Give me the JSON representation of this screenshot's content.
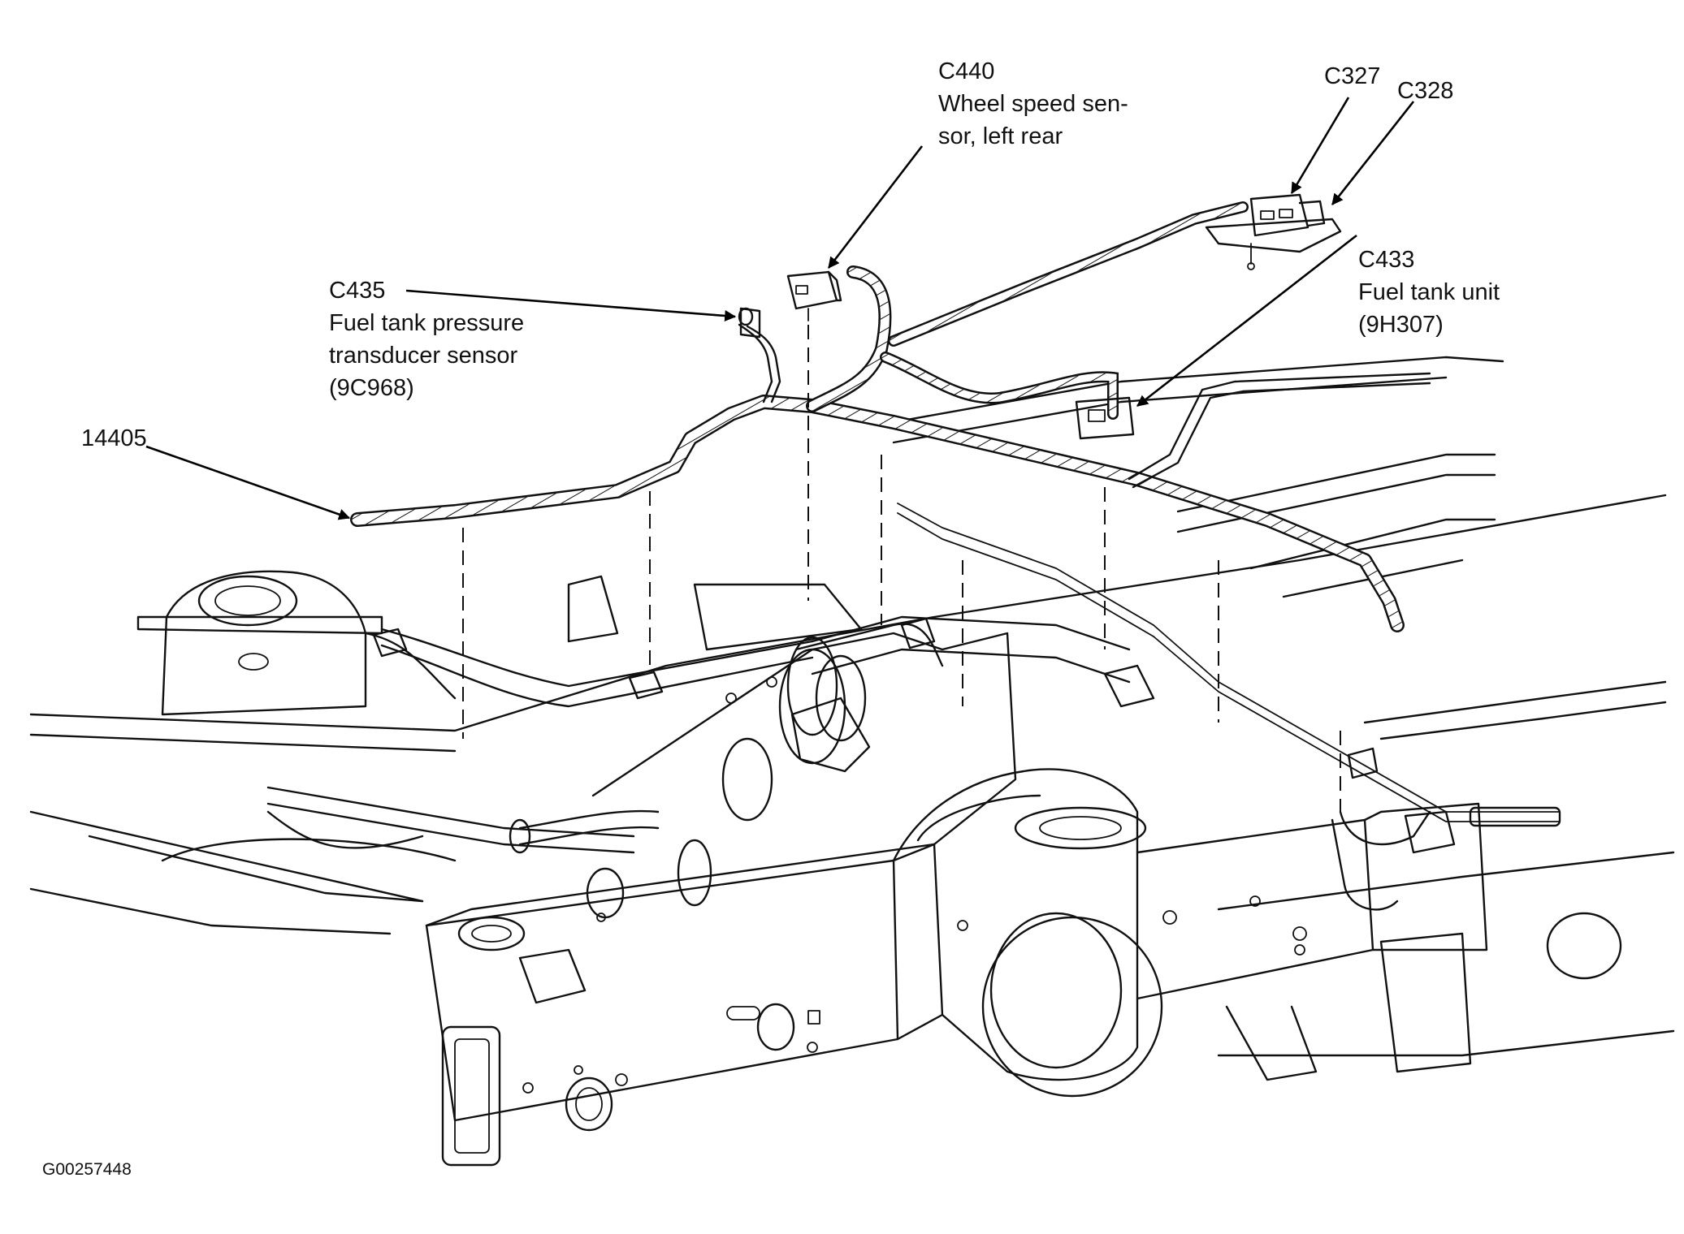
{
  "callouts": {
    "c440": {
      "code": "C440",
      "line1": "Wheel speed sen-",
      "line2": "sor, left rear"
    },
    "c327": {
      "code": "C327"
    },
    "c328": {
      "code": "C328"
    },
    "c435": {
      "code": "C435",
      "line1": "Fuel tank pressure",
      "line2": "transducer sensor",
      "line3": "(9C968)"
    },
    "c433": {
      "code": "C433",
      "line1": "Fuel tank unit",
      "line2": "(9H307)"
    },
    "harness": {
      "code": "14405"
    }
  },
  "figure_code": "G00257448",
  "colors": {
    "ink": "#111111",
    "background": "#ffffff"
  }
}
